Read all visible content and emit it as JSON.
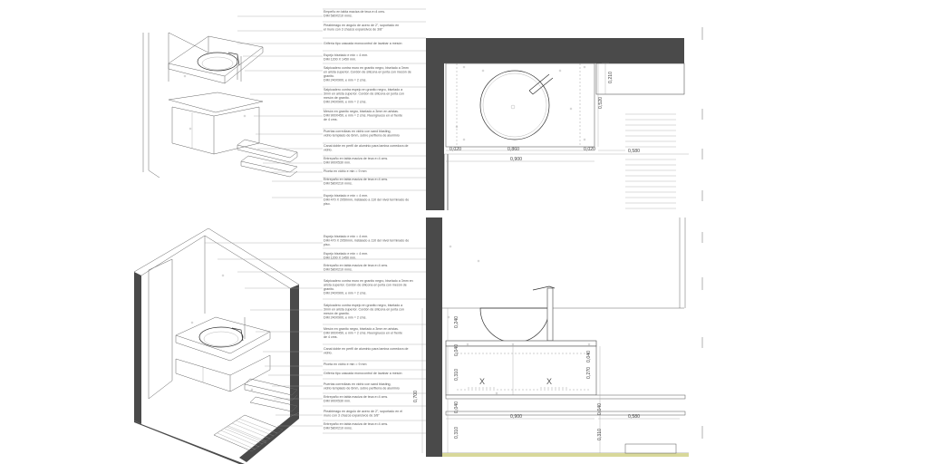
{
  "notes_top": [
    "Empeño en tabla maciza de teca e=4 cms.",
    "DIM 580X210 mms.",
    "Pieabierago en ángulo de acero de 2\", soportado en",
    "el muro con 3 chazos expansivos de 3/8\"",
    "Grifería tipo cascada monocontrol de lavabar a mesón",
    "Espejo biselado e min = 4 mm.",
    "DIM 1200 X 1450 mm.",
    "Salpicadero contra muro en granito negro, biselado a 3mm",
    "en arista superior. Cordón de silicona en junta con mesón de",
    "granito.",
    "DIM 240X900, e min = 2 cms.",
    "Salpicadero contra espejo en granito negro, biselado a",
    "3mm en arista superior. Cordón de silicona en junta con",
    "mesón de granito.",
    "DIM 240X900, e min = 2 cms.",
    "Mesón en granito negro, biselado a 3mm en aristas.",
    "DIM 900X450, e min = 2 cms. Reengrueso en el frente",
    "de 4 cms.",
    "Puertas corredizas en vidrio con sand blasting,",
    "vidrio templado de 6mm, sobre perfilería de aluminio",
    "Canal doble en perfil de aluminio para lamina corredora de",
    "vidrio.",
    "Entrepaño en tabla maciza de teca e=4 cms.",
    "DIM 900X530 mm.",
    "Piceta en vidrio e min = 9 mm",
    "Entrepaño en tabla maciza de teca e=4 cms.",
    "DIM 580X210 mms.",
    "Espejo biselado e min = 4 mm.",
    "DIM 470 X 2050mm, instalado a 110 del nivel terminado de",
    "piso."
  ],
  "notes_bottom": [
    "Espejo biselado e min = 4 mm.",
    "DIM 470 X 2050mm, instalado a 110 del nivel terminado de",
    "piso.",
    "Espejo biselado e min = 4 mm.",
    "DIM 1200 X 1450 mm.",
    "Entrepaño en tabla maciza de teca e=4 cms.",
    "DIM 580X210 mms.",
    "Salpicadero contra muro en granito negro, biselado a 3mm en",
    "arista superior. Cordón de silicona en junta con mesón de",
    "granito.",
    "DIM 240X900, e min = 2 cms.",
    "Salpicadero contra espejo en granito negro, biselado a",
    "3mm en arista superior. Cordón de silicona en junta con",
    "mesón de granito.",
    "DIM 240X900, e min = 2 cms.",
    "Mesón en granito negro, biselado a 3mm en aristas.",
    "DIM 900X450, e min = 2 cms. Reengrueso en el frente",
    "de 4 cms.",
    "Canal doble en perfil de aluminio para lamina corredora de",
    "vidrio.",
    "Piceta en vidrio e min = 9 mm",
    "Grifería tipo cascada monocontrol de lavabar a mesón",
    "Puertas corredizas en vidrio con sand blasting,",
    "vidrio templado de 6mm, sobre perfilería de aluminio",
    "Entrepaño en tabla maciza de teca e=4 cms.",
    "DIM 900X530 mm.",
    "Pieabierago en ángulo de acero de 2\", soportado en el",
    "muro con 3 chazos expansivos de 3/8\"",
    "Entrepaño en tabla maciza de teca e=4 cms.",
    "DIM 580X210 mms."
  ],
  "plan_dims": {
    "d1": "0,210",
    "d2": "0,520",
    "d3": "0,020",
    "d4": "0,860",
    "d5": "0,020",
    "d6": "0,900",
    "d7": "0,580"
  },
  "elev_dims": {
    "d1": "0,240",
    "d2": "0,040",
    "d3": "0,310",
    "d4": "0,040",
    "d5": "0,270",
    "d6": "0,040",
    "d7": "0,310",
    "d8": "0,700",
    "d9": "0,900",
    "d10": "0,580",
    "d11": "0,040",
    "d12": "0,310"
  },
  "marks": {
    "x": "X"
  }
}
